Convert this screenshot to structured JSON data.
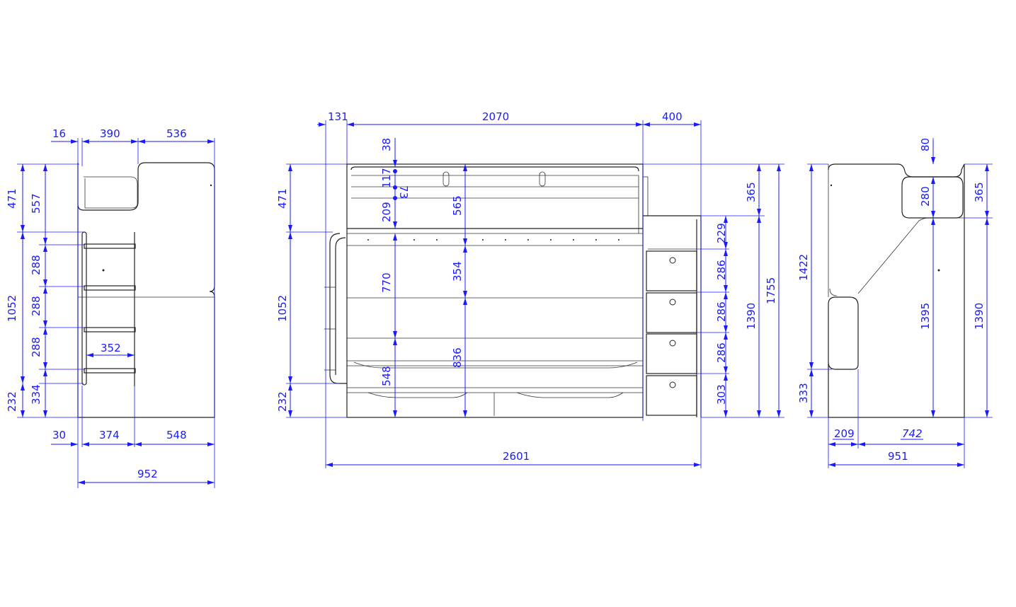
{
  "colors": {
    "dimension": "#1a1aff",
    "outline": "#222222",
    "background": "#ffffff"
  },
  "views": {
    "left": {
      "top": {
        "d16": "16",
        "d390": "390",
        "d536": "536"
      },
      "vertical_outer": {
        "d471": "471",
        "d1052": "1052",
        "d232": "232"
      },
      "vertical_inner": {
        "d557": "557",
        "s1": "288",
        "s2": "288",
        "s3": "288",
        "d334": "334"
      },
      "ladder_width": "352",
      "bottom": {
        "d30": "30",
        "d374": "374",
        "d548": "548"
      },
      "total": "952"
    },
    "front": {
      "top": {
        "d131": "131",
        "d2070": "2070",
        "d400": "400"
      },
      "vertical_outer": {
        "d471": "471",
        "d1052": "1052",
        "d232": "232"
      },
      "rail": {
        "d38": "38",
        "d117": "117",
        "d73": "73",
        "d209": "209",
        "d770": "770",
        "d548": "548"
      },
      "inner": {
        "d565": "565",
        "d354": "354",
        "d836": "836"
      },
      "stairs": {
        "d229": "229",
        "d286a": "286",
        "d286b": "286",
        "d286c": "286",
        "d303": "303"
      },
      "right": {
        "d365": "365",
        "d1390": "1390",
        "d1755": "1755"
      },
      "total": "2601"
    },
    "right": {
      "top": {
        "d80": "80"
      },
      "vertical_left": {
        "d1422": "1422",
        "d333": "333"
      },
      "inner": {
        "d280": "280",
        "d1395": "1395"
      },
      "right": {
        "d365": "365",
        "d1390": "1390"
      },
      "bottom": {
        "d209": "209",
        "d742": "742"
      },
      "total": "951"
    }
  }
}
